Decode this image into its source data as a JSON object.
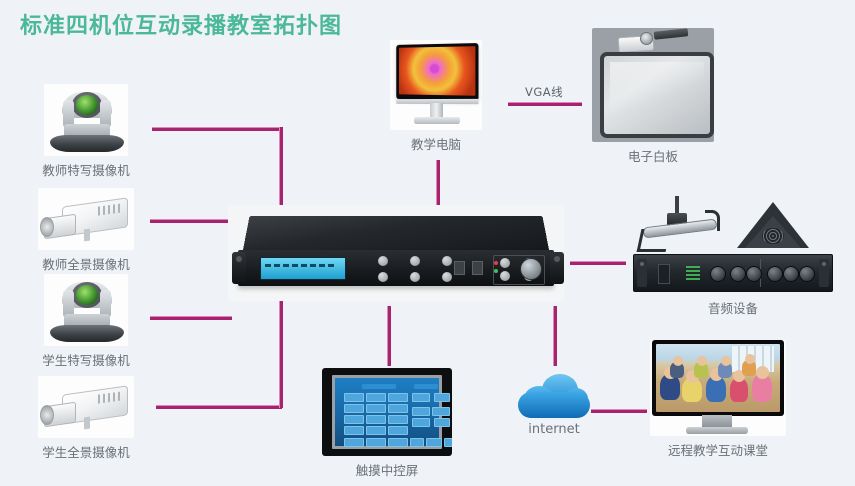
{
  "page": {
    "title": "标准四机位互动录播教室拓扑图",
    "title_color": "#4cb89a",
    "background_color": "#eff3f7",
    "line_color": "#a8236e",
    "caption_color": "#6a7076"
  },
  "nodes": {
    "teacher_closeup_camera": {
      "label": "教师特写摄像机",
      "icon": "ptz-camera-icon"
    },
    "teacher_panoramic_camera": {
      "label": "教师全景摄像机",
      "icon": "box-camera-icon"
    },
    "student_closeup_camera": {
      "label": "学生特写摄像机",
      "icon": "ptz-camera-icon"
    },
    "student_panoramic_camera": {
      "label": "学生全景摄像机",
      "icon": "box-camera-icon"
    },
    "teaching_computer": {
      "label": "教学电脑",
      "icon": "desktop-monitor-icon"
    },
    "electronic_whiteboard": {
      "label": "电子白板",
      "icon": "whiteboard-icon"
    },
    "audio_equipment": {
      "label": "音频设备",
      "icon": "audio-mixer-icon"
    },
    "touch_control_panel": {
      "label": "触摸中控屏",
      "icon": "touch-panel-icon"
    },
    "internet_cloud": {
      "label": "internet",
      "icon": "cloud-icon"
    },
    "remote_classroom": {
      "label": "远程教学互动课堂",
      "icon": "classroom-monitor-icon"
    },
    "recording_server": {
      "label": "",
      "icon": "rack-server-icon"
    }
  },
  "connections": {
    "vga_cable": {
      "label": "VGA线"
    }
  }
}
